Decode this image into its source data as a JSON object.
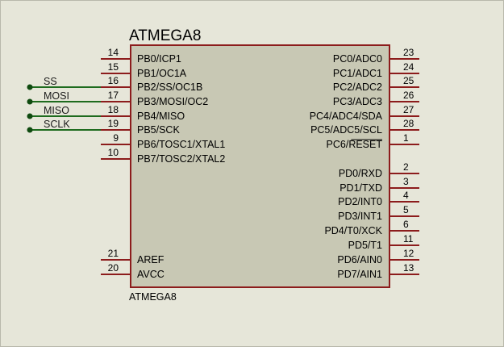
{
  "component": {
    "title": "ATMEGA8",
    "footer_label": "ATMEGA8"
  },
  "colors": {
    "background": "#e6e6d9",
    "chip_fill": "#c8c8b4",
    "chip_border": "#8c1c1c",
    "pin_line": "#8c1c1c",
    "net_wire": "#1e6b1e",
    "net_dot": "#0f4a0f",
    "text": "#000000",
    "net_label": "#1a1a1a"
  },
  "left_pins": [
    {
      "number": "14",
      "name": "PB0/ICP1"
    },
    {
      "number": "15",
      "name": "PB1/OC1A"
    },
    {
      "number": "16",
      "name": "PB2/SS/OC1B",
      "net": "SS"
    },
    {
      "number": "17",
      "name": "PB3/MOSI/OC2",
      "net": "MOSI"
    },
    {
      "number": "18",
      "name": "PB4/MISO",
      "net": "MISO"
    },
    {
      "number": "19",
      "name": "PB5/SCK",
      "net": "SCLK"
    },
    {
      "number": "9",
      "name": "PB6/TOSC1/XTAL1"
    },
    {
      "number": "10",
      "name": "PB7/TOSC2/XTAL2"
    },
    {
      "number": "21",
      "name": "AREF"
    },
    {
      "number": "20",
      "name": "AVCC"
    }
  ],
  "right_pins": [
    {
      "number": "23",
      "name": "PC0/ADC0"
    },
    {
      "number": "24",
      "name": "PC1/ADC1"
    },
    {
      "number": "25",
      "name": "PC2/ADC2"
    },
    {
      "number": "26",
      "name": "PC3/ADC3"
    },
    {
      "number": "27",
      "name": "PC4/ADC4/SDA"
    },
    {
      "number": "28",
      "name": "PC5/ADC5/SCL"
    },
    {
      "number": "1",
      "name": "PC6/RESET",
      "overline": "RESET"
    },
    {
      "number": "2",
      "name": "PD0/RXD"
    },
    {
      "number": "3",
      "name": "PD1/TXD"
    },
    {
      "number": "4",
      "name": "PD2/INT0"
    },
    {
      "number": "5",
      "name": "PD3/INT1"
    },
    {
      "number": "6",
      "name": "PD4/T0/XCK"
    },
    {
      "number": "11",
      "name": "PD5/T1"
    },
    {
      "number": "12",
      "name": "PD6/AIN0"
    },
    {
      "number": "13",
      "name": "PD7/AIN1"
    }
  ]
}
